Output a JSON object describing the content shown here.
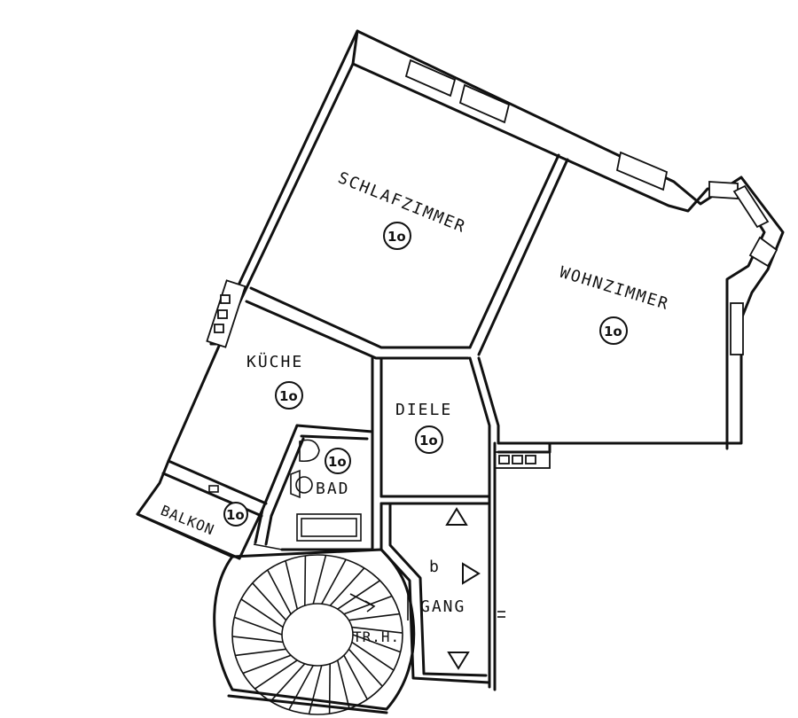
{
  "rooms": {
    "schlafzimmer": {
      "name": "SCHLAFZIMMER",
      "badge": "1o"
    },
    "wohnzimmer": {
      "name": "WOHNZIMMER",
      "badge": "1o"
    },
    "kueche": {
      "name": "KÜCHE",
      "badge": "1o"
    },
    "diele": {
      "name": "DIELE",
      "badge": "1o"
    },
    "bad": {
      "name": "BAD",
      "badge": "1o"
    },
    "balkon": {
      "name": "BALKON",
      "badge": "1o"
    },
    "gang": {
      "name": "GANG",
      "marker": "b"
    },
    "treppenhaus": {
      "name": "TR.H."
    }
  },
  "icons": [
    "up-arrow-icon",
    "right-arrow-icon",
    "down-arrow-icon",
    "stair-arrow-icon"
  ]
}
